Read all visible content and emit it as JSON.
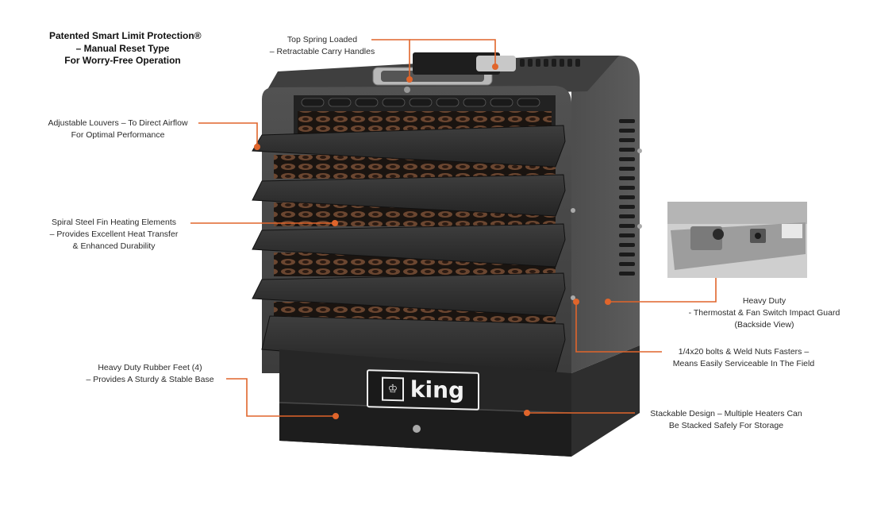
{
  "headline": {
    "line1": "Patented Smart Limit Protection®",
    "line2": "– Manual Reset Type",
    "line3": "For Worry-Free Operation"
  },
  "callouts": {
    "handles": {
      "line1": "Top Spring Loaded",
      "line2": "– Retractable Carry Handles"
    },
    "louvers": {
      "line1": "Adjustable Louvers – To Direct Airflow",
      "line2": "For Optimal Performance"
    },
    "elements": {
      "line1": "Spiral Steel Fin Heating Elements",
      "line2": "– Provides Excellent Heat Transfer",
      "line3": "& Enhanced Durability"
    },
    "feet": {
      "line1": "Heavy Duty Rubber Feet (4)",
      "line2": "– Provides A Sturdy & Stable Base"
    },
    "guard": {
      "line1": "Heavy Duty",
      "line2": "- Thermostat & Fan Switch Impact Guard",
      "line3": "(Backside View)"
    },
    "bolts": {
      "line1": "1/4x20 bolts & Weld Nuts Fasters –",
      "line2": "Means Easily Serviceable In The Field"
    },
    "stack": {
      "line1": "Stackable Design – Multiple Heaters Can",
      "line2": "Be Stacked Safely For Storage"
    }
  },
  "brand": {
    "logo_text": "king"
  },
  "colors": {
    "accent": "#e0652b",
    "body": "#3a3a3a",
    "frame": "#2b2b2b"
  }
}
